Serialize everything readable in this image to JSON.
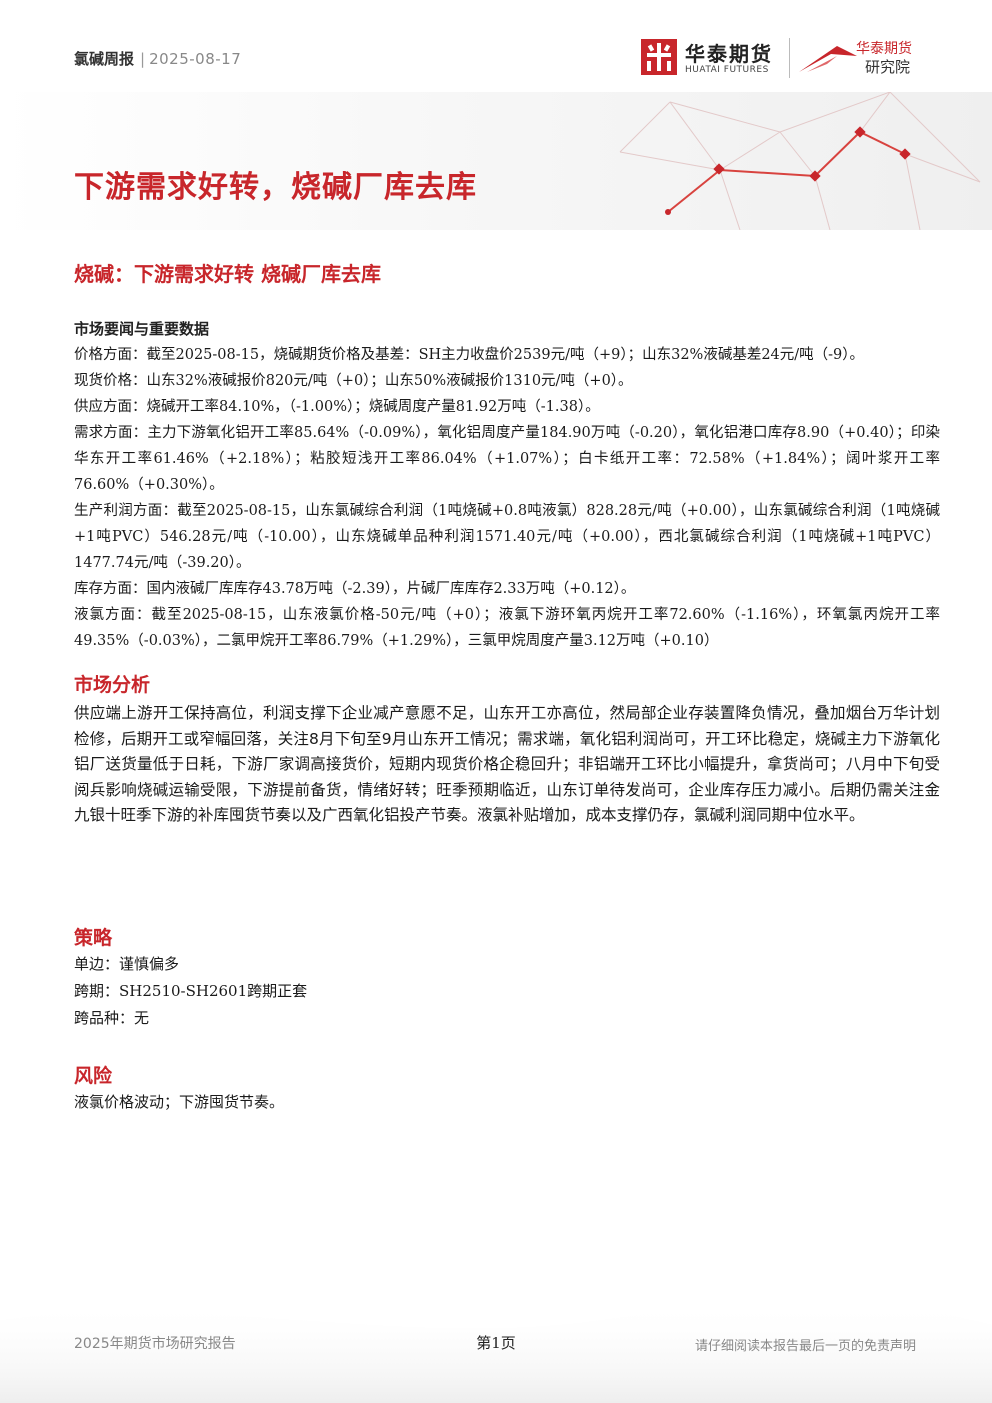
{
  "header": {
    "report_name": "氯碱周报",
    "separator": "|",
    "date": "2025-08-17",
    "logo": {
      "company_cn": "华泰期货",
      "company_en": "HUATAI FUTURES",
      "institute_line1": "华泰期货",
      "institute_line2": "研究院"
    },
    "banner_title": "下游需求好转，烧碱厂库去库"
  },
  "section": {
    "title": "烧碱：下游需求好转 烧碱厂库去库"
  },
  "market_data": {
    "heading": "市场要闻与重要数据",
    "paragraphs": [
      "价格方面：截至2025-08-15，烧碱期货价格及基差：SH主力收盘价2539元/吨（+9）；山东32%液碱基差24元/吨（-9）。",
      "现货价格：山东32%液碱报价820元/吨（+0）；山东50%液碱报价1310元/吨（+0）。",
      "供应方面：烧碱开工率84.10%，（-1.00%）；烧碱周度产量81.92万吨（-1.38）。",
      "需求方面：主力下游氧化铝开工率85.64%（-0.09%），氧化铝周度产量184.90万吨（-0.20），氧化铝港口库存8.90（+0.40）；印染华东开工率61.46%（+2.18%）；粘胶短浅开工率86.04%（+1.07%）；白卡纸开工率：72.58%（+1.84%）；阔叶浆开工率76.60%（+0.30%）。",
      "生产利润方面：截至2025-08-15，山东氯碱综合利润（1吨烧碱+0.8吨液氯）828.28元/吨（+0.00），山东氯碱综合利润（1吨烧碱+1吨PVC）546.28元/吨（-10.00），山东烧碱单品种利润1571.40元/吨（+0.00），西北氯碱综合利润（1吨烧碱+1吨PVC）1477.74元/吨（-39.20）。",
      "库存方面：国内液碱厂库库存43.78万吨（-2.39），片碱厂库库存2.33万吨（+0.12）。",
      "液氯方面：截至2025-08-15，山东液氯价格-50元/吨（+0）；液氯下游环氧丙烷开工率72.60%（-1.16%），环氧氯丙烷开工率49.35%（-0.03%），二氯甲烷开工率86.79%（+1.29%），三氯甲烷周度产量3.12万吨（+0.10）"
    ]
  },
  "analysis": {
    "heading": "市场分析",
    "text": "供应端上游开工保持高位，利润支撑下企业减产意愿不足，山东开工亦高位，然局部企业存装置降负情况，叠加烟台万华计划检修，后期开工或窄幅回落，关注8月下旬至9月山东开工情况；需求端，氧化铝利润尚可，开工环比稳定，烧碱主力下游氧化铝厂送货量低于日耗，下游厂家调高接货价，短期内现货价格企稳回升；非铝端开工环比小幅提升，拿货尚可；八月中下旬受阅兵影响烧碱运输受限，下游提前备货，情绪好转；旺季预期临近，山东订单待发尚可，企业库存压力减小。后期仍需关注金九银十旺季下游的补库囤货节奏以及广西氧化铝投产节奏。液氯补贴增加，成本支撑仍存，氯碱利润同期中位水平。"
  },
  "strategy": {
    "heading": "策略",
    "items": [
      "单边：谨慎偏多",
      "跨期：SH2510-SH2601跨期正套",
      "跨品种：无"
    ]
  },
  "risk": {
    "heading": "风险",
    "text": "液氯价格波动；下游囤货节奏。"
  },
  "footer": {
    "left": "2025年期货市场研究报告",
    "center": "第1页",
    "right": "请仔细阅读本报告最后一页的免责声明"
  },
  "colors": {
    "brand_red": "#c8262b",
    "text": "#1a1a1a",
    "muted": "#888888"
  }
}
